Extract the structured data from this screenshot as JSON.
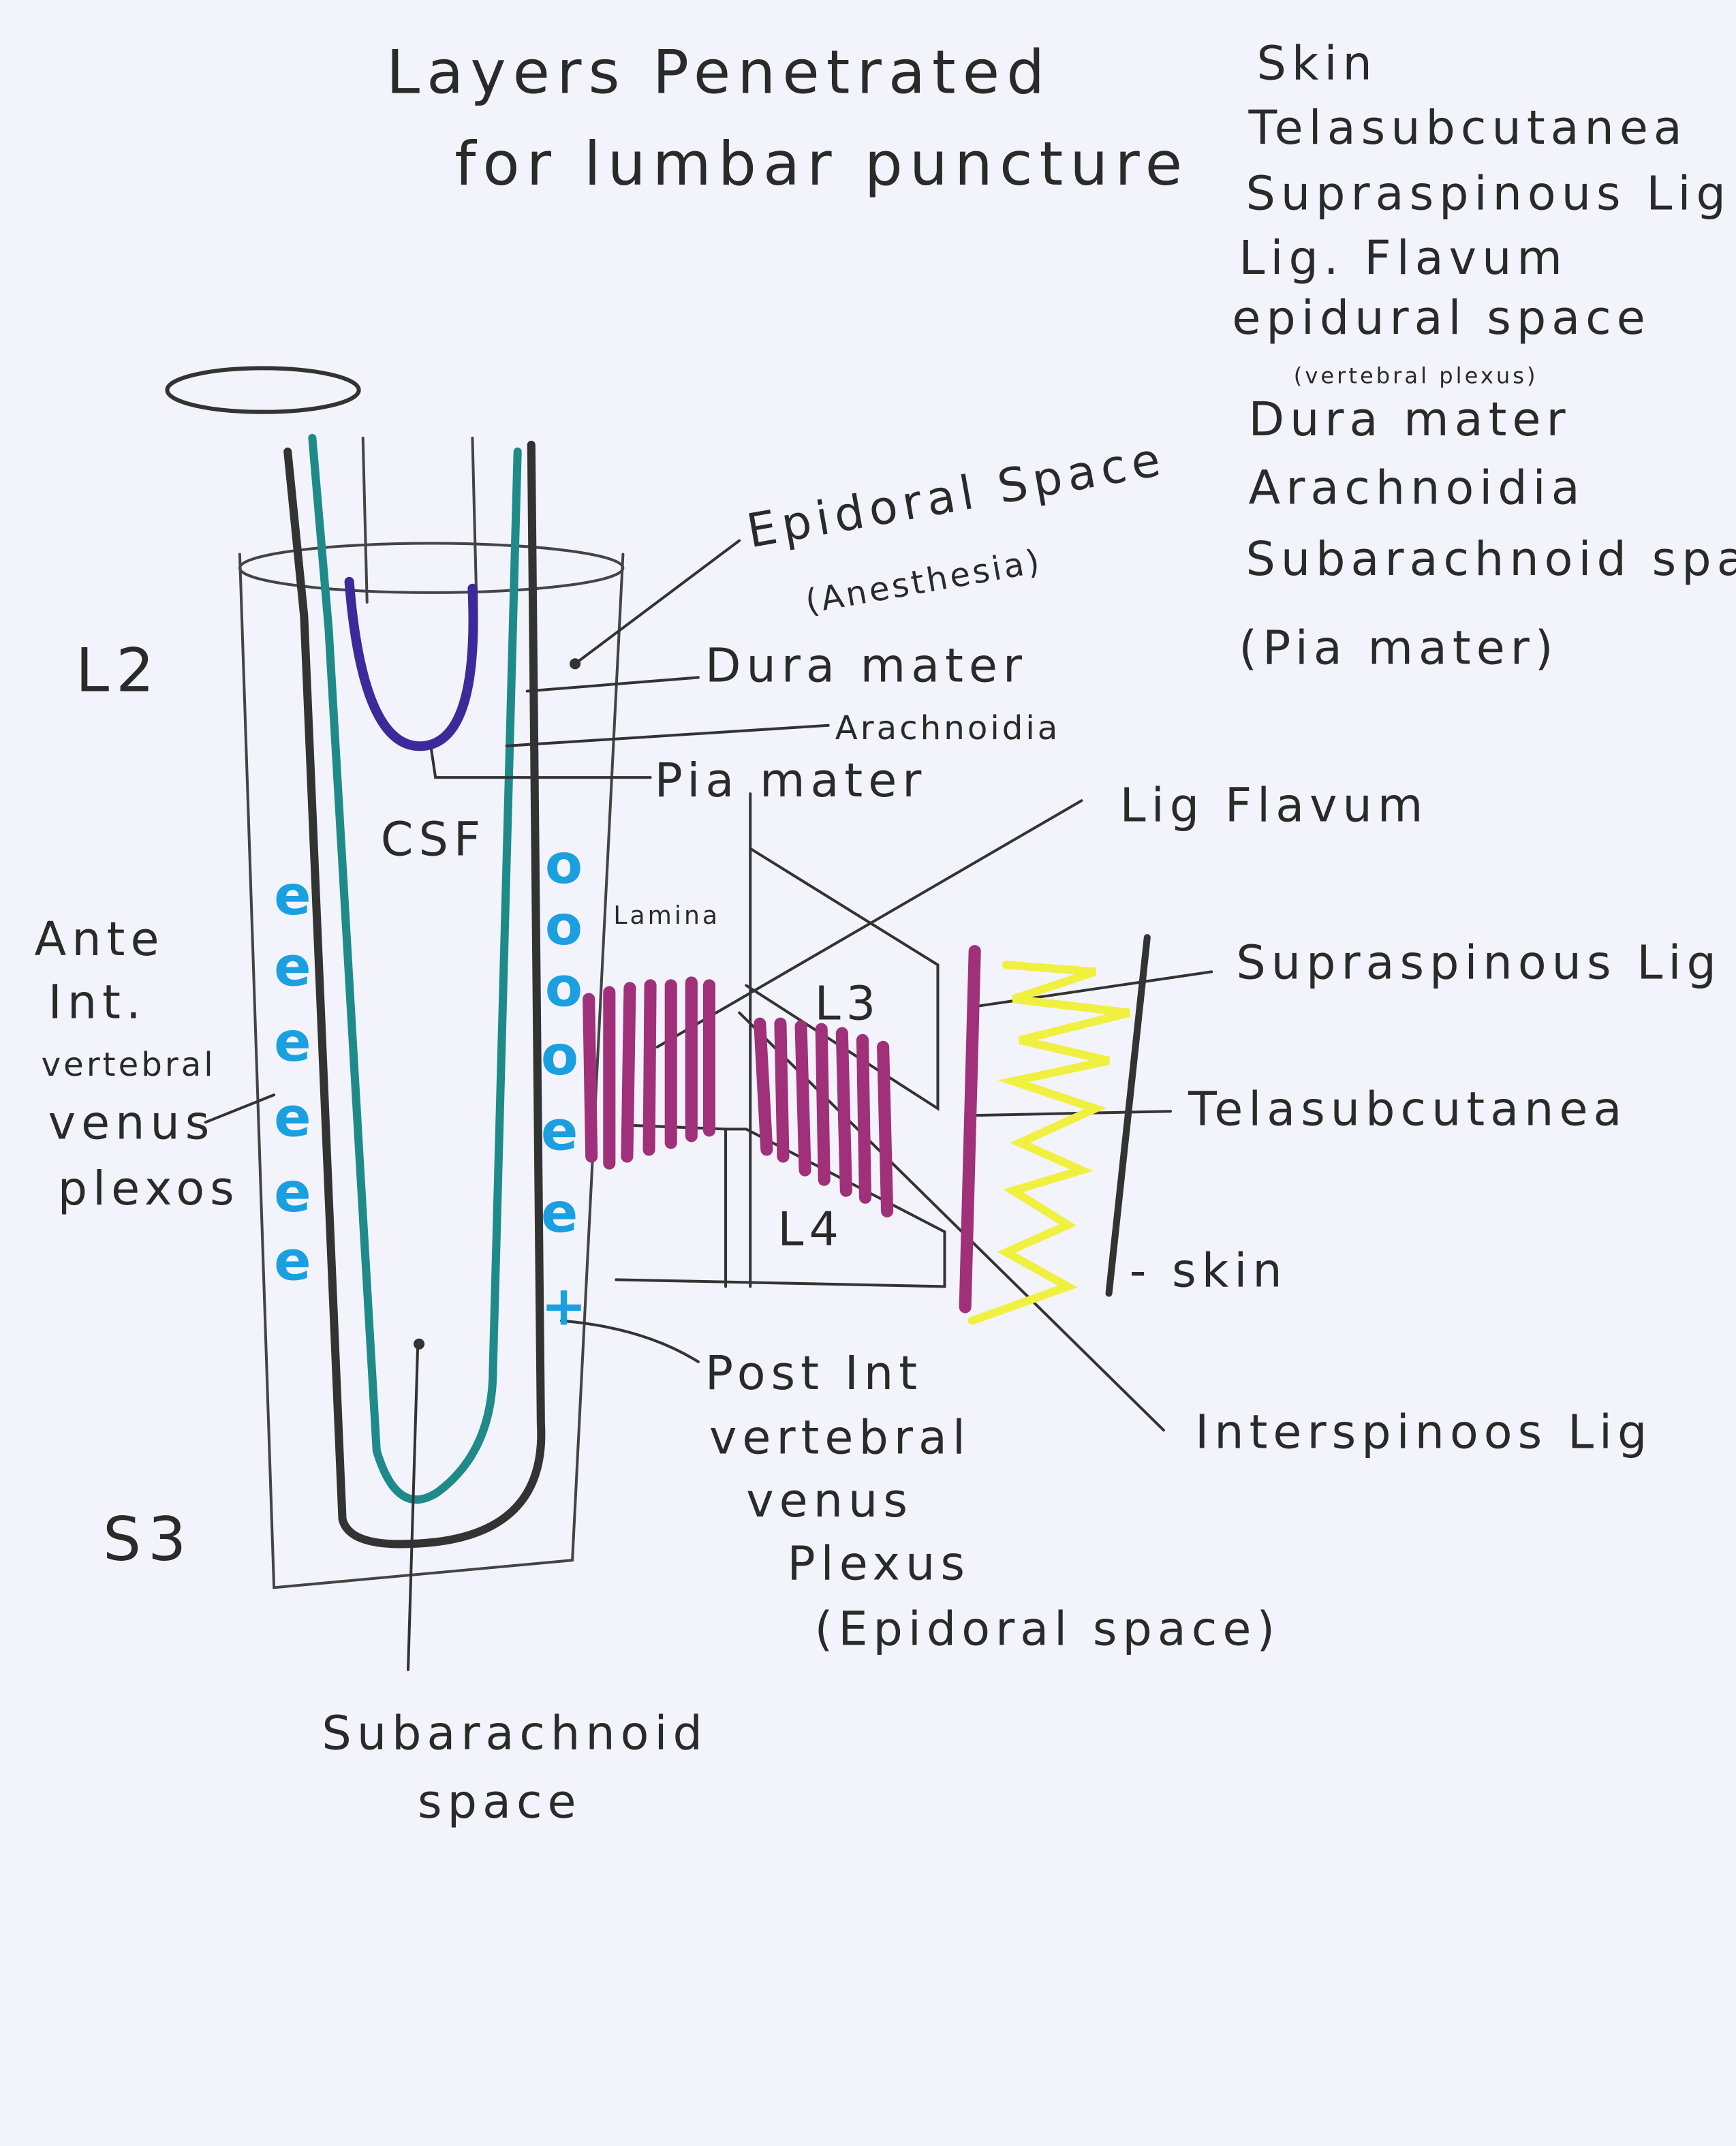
{
  "title": {
    "line1": "Layers Penetrated",
    "line2": "for lumbar puncture"
  },
  "layers_list": [
    "Skin",
    "Telasubcutanea",
    "Supraspinous Lig",
    "Lig. Flavum",
    "epidural space",
    "(vertebral plexus)",
    "Dura mater",
    "Arachnoidia",
    "Subarachnoid space",
    "(Pia mater)"
  ],
  "levels": {
    "top": "L2",
    "bottom": "S3",
    "l3": "L3",
    "l4": "L4"
  },
  "labels": {
    "epidural_space": "Epidoral Space",
    "anesthesia": "(Anesthesia)",
    "dura_mater": "Dura mater",
    "arachnoidia": "Arachnoidia",
    "pia_mater": "Pia mater",
    "csf": "CSF",
    "lamina": "Lamina",
    "lig_flavum": "Lig Flavum",
    "supraspinous_lig": "Supraspinous Lig",
    "telasubcutanea": "Telasubcutanea",
    "skin": "- skin",
    "interspinous_lig": "Interspinoos Lig",
    "post_plexus": [
      "Post Int",
      "vertebral",
      "venus",
      "Plexus",
      "(Epidoral space)"
    ],
    "ant_plexus": [
      "Ante",
      "Int.",
      "vertebral",
      "venus",
      "plexos"
    ],
    "subarachnoid": [
      "Subarachnoid",
      "space"
    ]
  },
  "colors": {
    "ink": "#2a2a2a",
    "teal": "#1f8a8a",
    "navy": "#3a2a9a",
    "magenta": "#a0307a",
    "yellow": "#f0f040",
    "blue": "#1aa0e0"
  }
}
